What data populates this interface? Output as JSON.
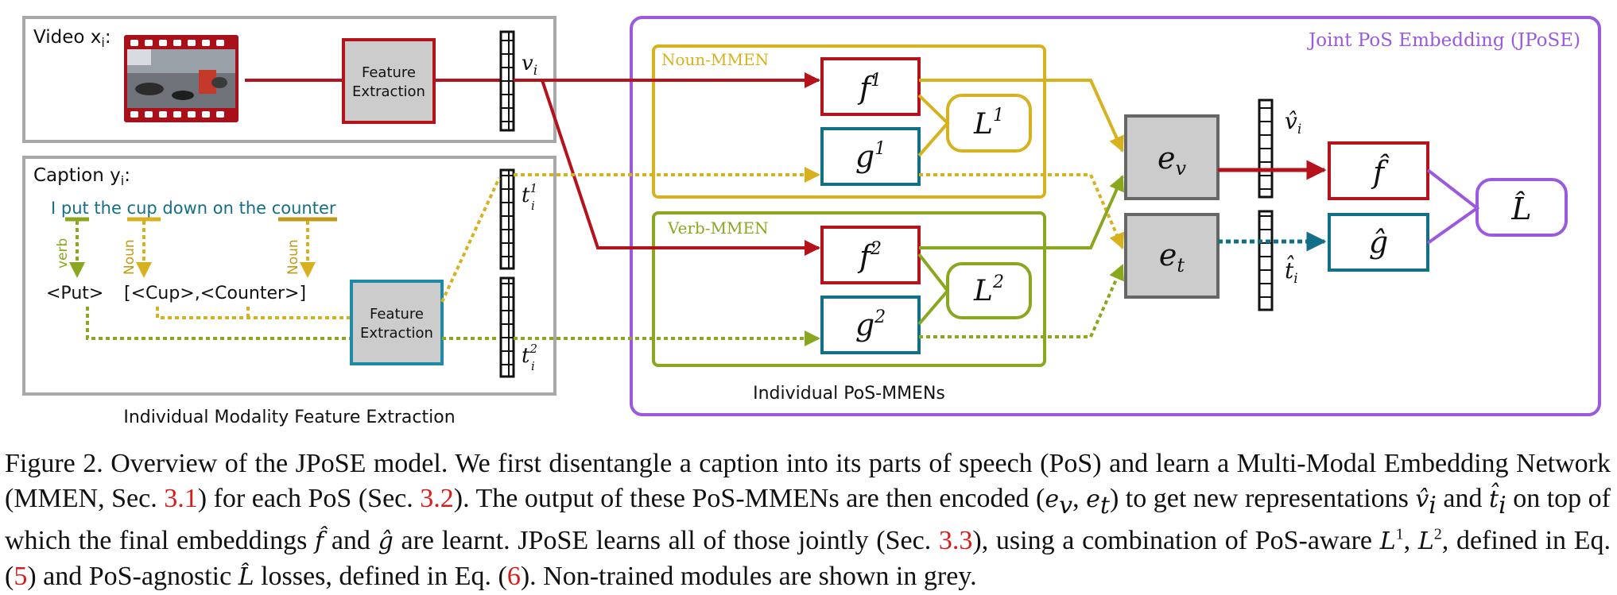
{
  "colors": {
    "red": "#b5121b",
    "yellow": "#d8b21e",
    "green": "#89a820",
    "teal": "#127086",
    "purple": "#9b59e0",
    "grey_fill": "#cccccc",
    "grey_border": "#a8a8a8"
  },
  "video": {
    "label": "Video x",
    "sub": "i",
    "colon": ":"
  },
  "caption_panel": {
    "label": "Caption y",
    "sub": "i",
    "colon": ":",
    "sentence": "I put the cup down on the counter",
    "tag_verb": "verb",
    "tag_noun1": "Noun",
    "tag_noun2": "Noun",
    "verb_token": "<Put>",
    "noun_tokens": "[<Cup>,<Counter>]"
  },
  "feature_extraction_top": {
    "line1": "Feature",
    "line2": "Extraction"
  },
  "feature_extraction_bottom": {
    "line1": "Feature",
    "line2": "Extraction"
  },
  "vectors": {
    "v_i": {
      "base": "v",
      "sub": "i"
    },
    "t1_i": {
      "base": "t",
      "sub": "i",
      "sup": "1"
    },
    "t2_i": {
      "base": "t",
      "sub": "i",
      "sup": "2"
    },
    "v_hat": {
      "base": "v̂",
      "sub": "i"
    },
    "t_hat": {
      "base": "t̂",
      "sub": "i"
    }
  },
  "jpose_title": "Joint PoS Embedding (JPoSE)",
  "noun_mmen": {
    "title": "Noun-MMEN",
    "f": "f",
    "f_sup": "1",
    "g": "g",
    "g_sup": "1",
    "L": "L",
    "L_sup": "1"
  },
  "verb_mmen": {
    "title": "Verb-MMEN",
    "f": "f",
    "f_sup": "2",
    "g": "g",
    "g_sup": "2",
    "L": "L",
    "L_sup": "2"
  },
  "encoders": {
    "ev": "e",
    "ev_sub": "v",
    "et": "e",
    "et_sub": "t"
  },
  "final": {
    "f_hat": "f̂",
    "g_hat": "ĝ",
    "L_hat": "L̂"
  },
  "labels": {
    "individual_pos_mmens": "Individual PoS-MMENs",
    "individual_modality": "Individual Modality Feature Extraction"
  },
  "figure_caption": {
    "s1": "Figure 2. Overview of the JPoSE model.  We first disentangle a caption into its parts of speech (PoS) and learn a Multi-Modal Embedding Network (MMEN, Sec. ",
    "r1": "3.1",
    "s2": ") for each PoS (Sec. ",
    "r2": "3.2",
    "s3": "). The output of these PoS-MMENs are then encoded (",
    "m1": "e",
    "m1sub": "v",
    "s3b": ", ",
    "m2": "e",
    "m2sub": "t",
    "s4": ") to get new representations ",
    "m3": "v̂",
    "m3sub": "i",
    "s5": " and ",
    "m4": "t̂",
    "m4sub": "i",
    "s6": " on top of which the final embeddings ",
    "m5": "f̂",
    "s7": " and ",
    "m6": "ĝ",
    "s8": " are learnt.  JPoSE learns all of those jointly (Sec. ",
    "r3": "3.3",
    "s9": "), using a combination of PoS-aware ",
    "m7": "L",
    "m7sup": "1",
    "s10": ", ",
    "m8": "L",
    "m8sup": "2",
    "s11": ", defined in Eq. (",
    "r4": "5",
    "s12": ") and PoS-agnostic ",
    "m9": "L̂",
    "s13": " losses, defined in Eq. (",
    "r5": "6",
    "s14": "). Non-trained modules are shown in grey."
  }
}
